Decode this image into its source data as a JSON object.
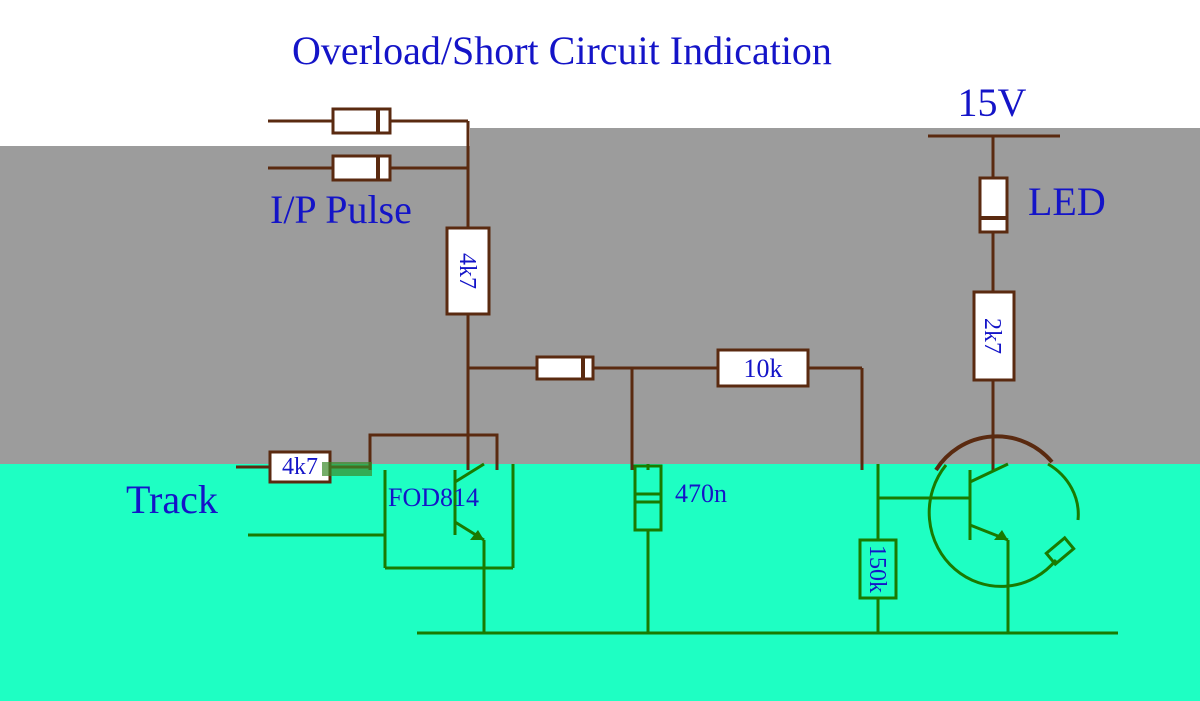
{
  "title": "Overload/Short Circuit Indication",
  "labels": {
    "supply": "15V",
    "led": "LED",
    "input": "I/P Pulse",
    "track": "Track",
    "optocoupler": "FOD814",
    "capacitor": "470n"
  },
  "components": {
    "r_input": "4k7",
    "r_track": "4k7",
    "r_series": "10k",
    "r_led": "2k7",
    "r_base": "150k"
  },
  "colors": {
    "label_blue": "#1414c8",
    "wire_brown": "#5a2a10",
    "wire_green": "#1a7a00",
    "grey_bg": "#9c9c9c",
    "teal_bg": "#1effc3"
  }
}
